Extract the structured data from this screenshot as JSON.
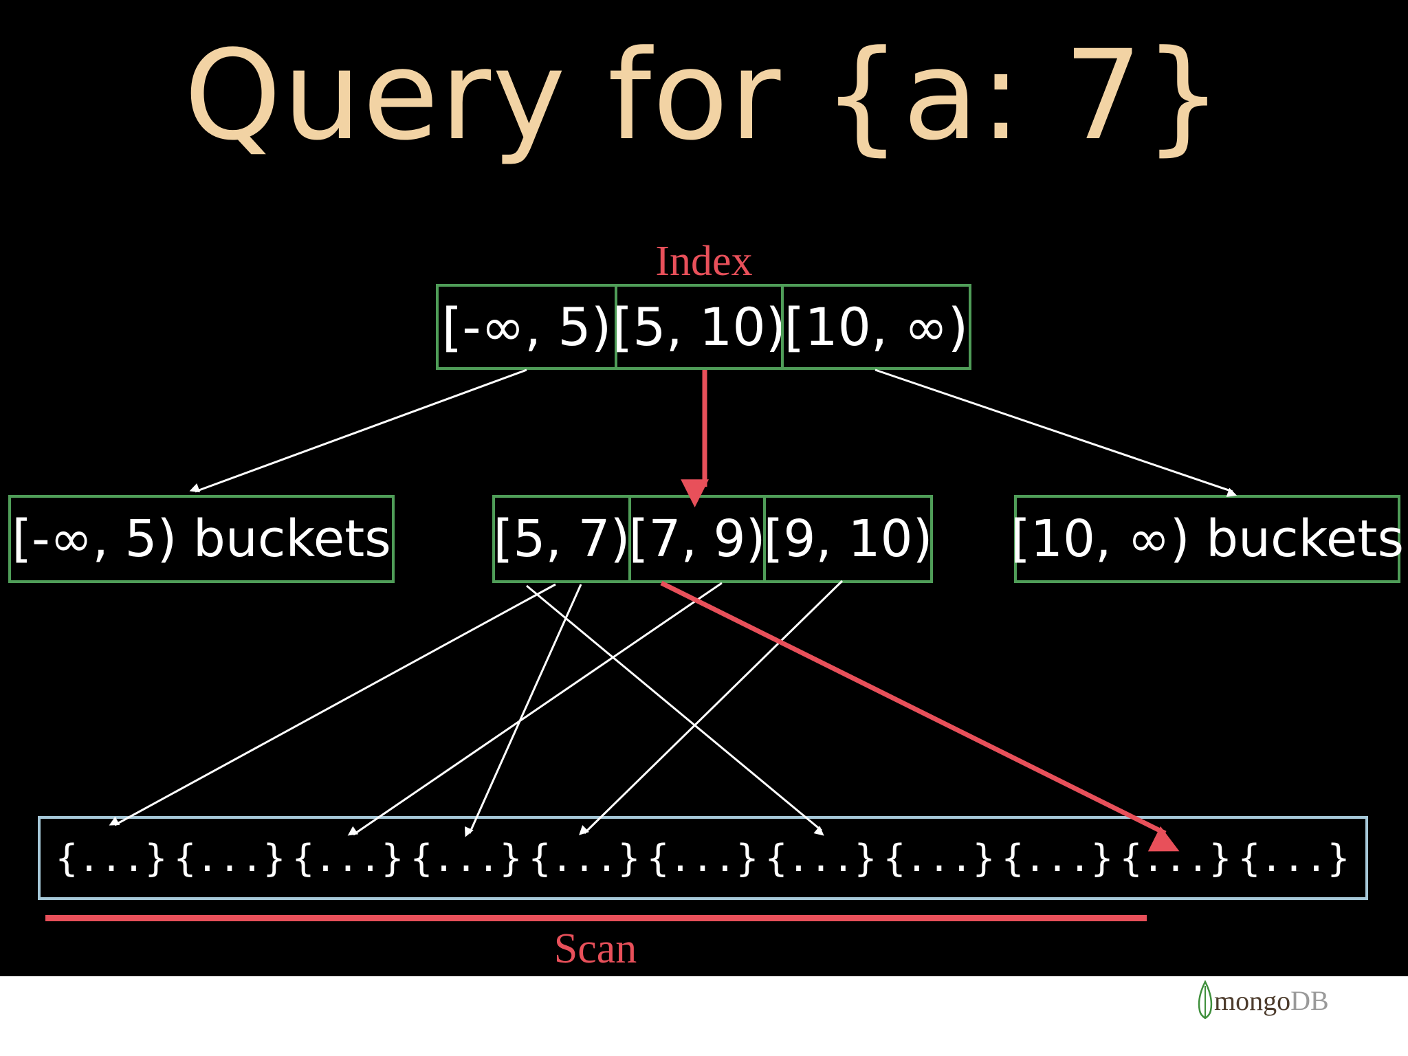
{
  "title": "Query for {a: 7}",
  "index_label": "Index",
  "scan_label": "Scan",
  "index_root": [
    "[-∞, 5)",
    "[5, 10)",
    "[10, ∞)"
  ],
  "left_bucket": "[-∞, 5) buckets",
  "middle_nodes": [
    "[5, 7)",
    "[7, 9)",
    "[9, 10)"
  ],
  "right_bucket": "[10, ∞) buckets",
  "documents": [
    "{...}",
    "{...}",
    "{...}",
    "{...}",
    "{...}",
    "{...}",
    "{...}",
    "{...}",
    "{...}",
    "{...}",
    "{...}"
  ],
  "logo": {
    "mongo": "mongo",
    "db": "DB",
    "icon": "mongodb-leaf-icon"
  },
  "colors": {
    "background": "#000000",
    "title": "#f2d3a4",
    "highlight": "#e8505a",
    "node_border": "#4f9d58",
    "scan_border": "#a6c8d8",
    "edge": "#ffffff"
  }
}
